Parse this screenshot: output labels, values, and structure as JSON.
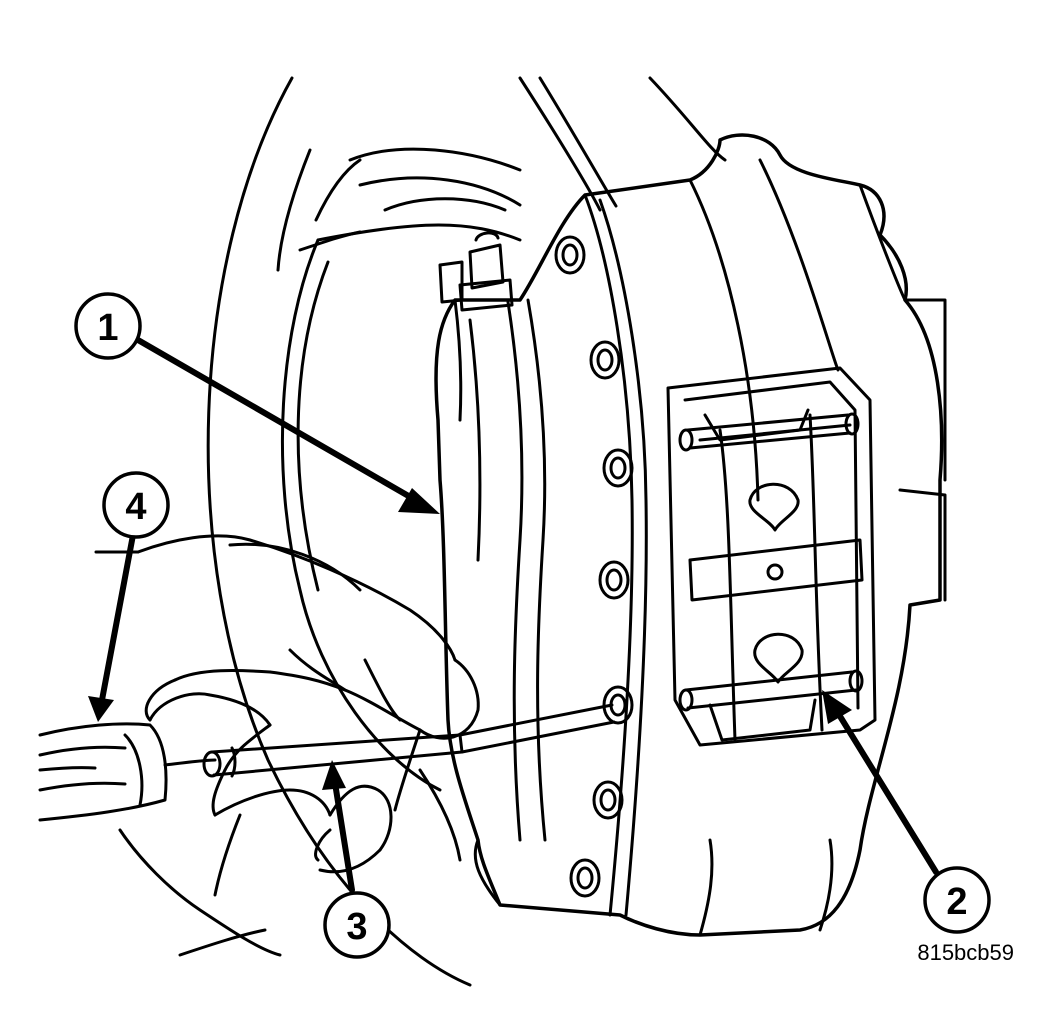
{
  "figure": {
    "figure_id": "815bcb59",
    "stroke_color": "#000000",
    "background_color": "#ffffff",
    "callouts": [
      {
        "number": "1"
      },
      {
        "number": "2"
      },
      {
        "number": "3"
      },
      {
        "number": "4"
      }
    ]
  }
}
